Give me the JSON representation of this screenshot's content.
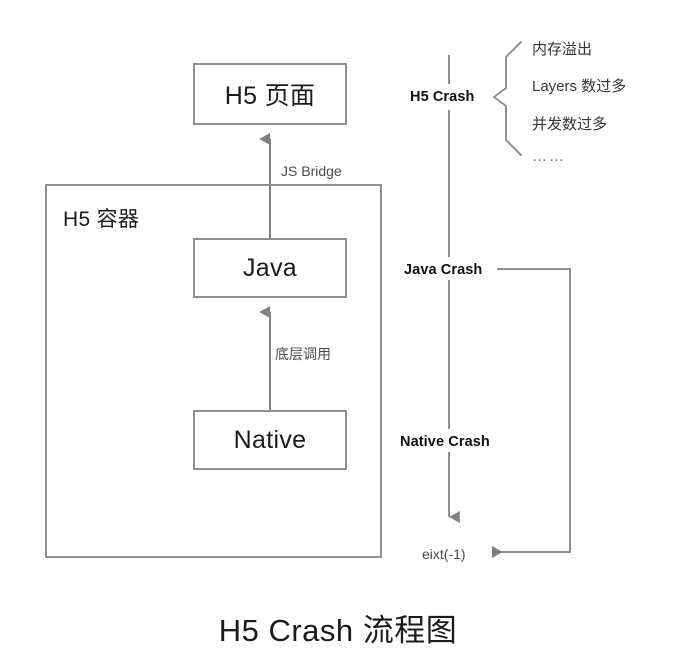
{
  "diagram": {
    "title": "H5 Crash 流程图",
    "nodes": {
      "h5_page": "H5 页面",
      "java": "Java",
      "native": "Native",
      "container": "H5 容器"
    },
    "edge_labels": {
      "js_bridge": "JS Bridge",
      "di_ceng_diao_yong": "底层调用"
    },
    "crash_spine": {
      "h5_crash": "H5 Crash",
      "java_crash": "Java Crash",
      "native_crash": "Native Crash",
      "exit": "eixt(-1)"
    },
    "h5_crash_reasons": [
      "内存溢出",
      "Layers 数过多",
      "并发数过多",
      "……"
    ],
    "colors": {
      "stroke": "#8d8f93",
      "arrow": "#7f8184",
      "text": "#1b1b1b",
      "muted_text": "#4c4c4c",
      "background": "#ffffff"
    }
  }
}
